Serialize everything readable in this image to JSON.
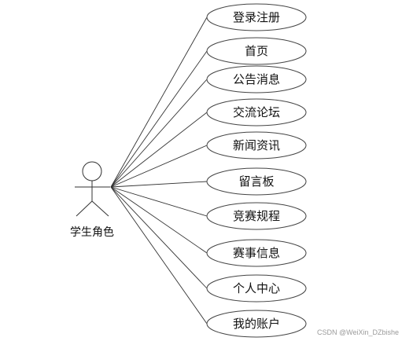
{
  "actor": {
    "label": "学生角色"
  },
  "use_cases": [
    {
      "label": "登录注册"
    },
    {
      "label": "首页"
    },
    {
      "label": "公告消息"
    },
    {
      "label": "交流论坛"
    },
    {
      "label": "新闻资讯"
    },
    {
      "label": "留言板"
    },
    {
      "label": "竞赛规程"
    },
    {
      "label": "赛事信息"
    },
    {
      "label": "个人中心"
    },
    {
      "label": "我的账户"
    }
  ],
  "watermark": "CSDN @WeiXin_DZbishe"
}
